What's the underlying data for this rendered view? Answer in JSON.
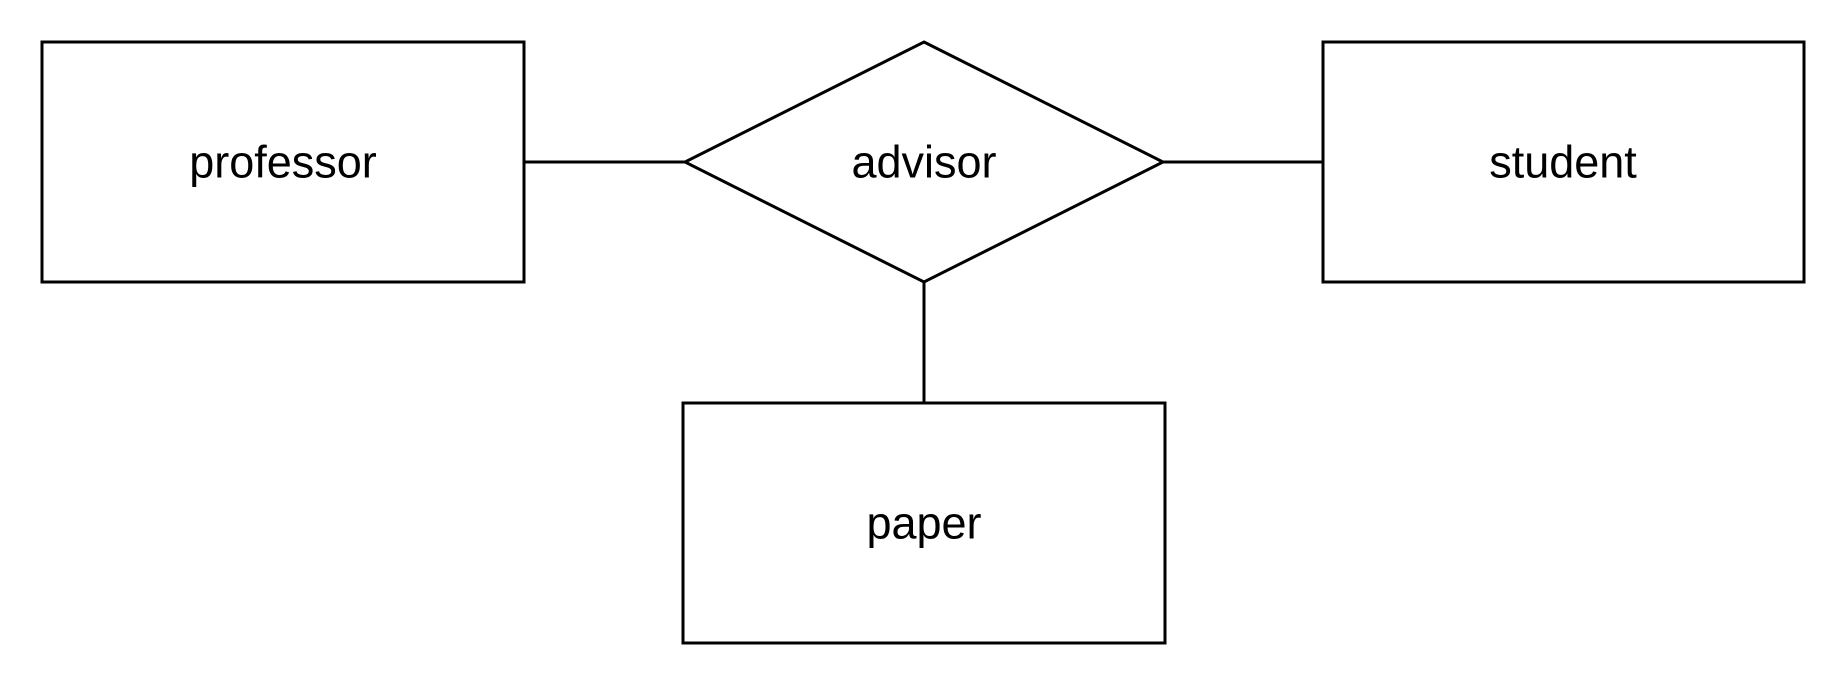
{
  "diagram": {
    "entities": {
      "professor": "professor",
      "student": "student",
      "paper": "paper"
    },
    "relationship": {
      "advisor": "advisor"
    },
    "colors": {
      "stroke": "#000000",
      "fill": "#ffffff"
    }
  }
}
